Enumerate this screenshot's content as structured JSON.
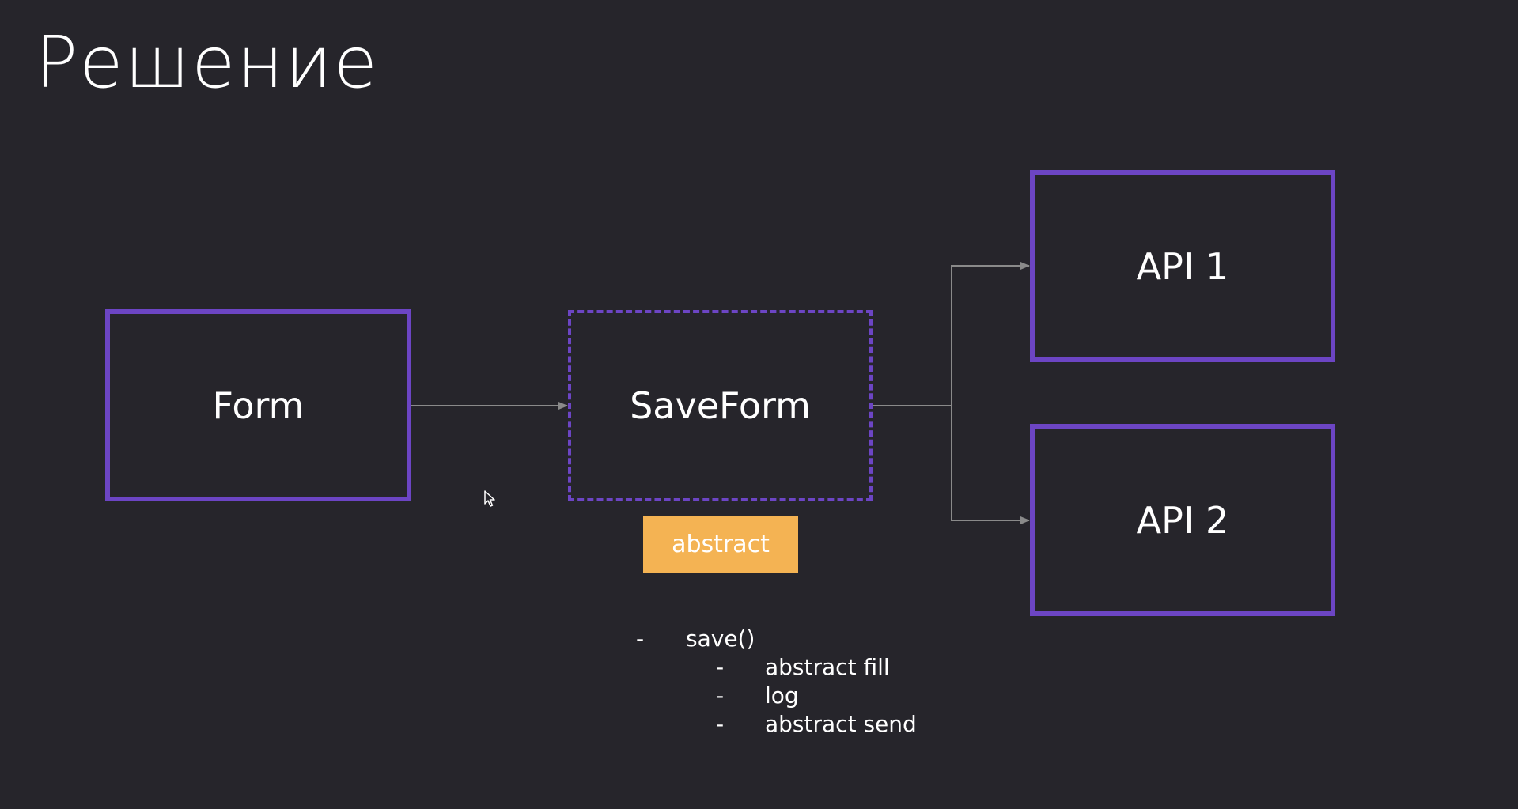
{
  "title": "Решение",
  "nodes": {
    "form": "Form",
    "save_form": "SaveForm",
    "api1": "API 1",
    "api2": "API 2"
  },
  "badge": "abstract",
  "method_list": {
    "bullet": "-",
    "method": "save()",
    "steps": [
      "abstract fill",
      "log",
      "abstract send"
    ]
  },
  "colors": {
    "background": "#26252b",
    "box_border": "#6c45c4",
    "badge_fill": "#f4b353",
    "connector": "#8a8a8a"
  }
}
